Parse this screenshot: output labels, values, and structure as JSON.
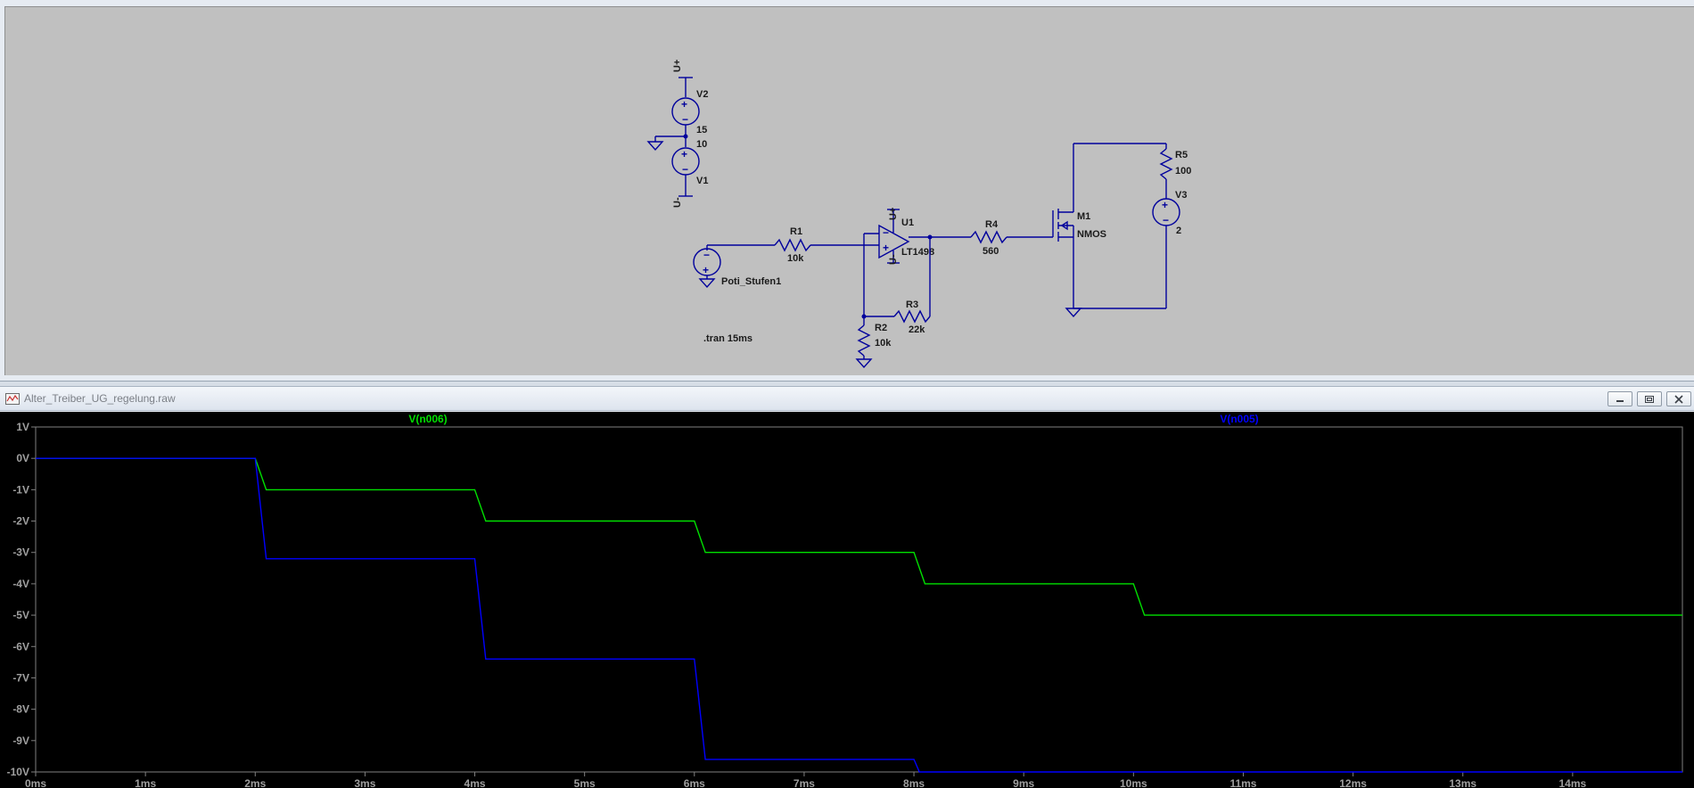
{
  "schematic": {
    "components": {
      "v2": {
        "name": "V2",
        "value": "15"
      },
      "v1": {
        "name": "V1",
        "value": "10"
      },
      "r1": {
        "name": "R1",
        "value": "10k"
      },
      "u1": {
        "name": "U1",
        "value": "LT1498"
      },
      "r4": {
        "name": "R4",
        "value": "560"
      },
      "m1": {
        "name": "M1",
        "value": "NMOS"
      },
      "r5": {
        "name": "R5",
        "value": "100"
      },
      "v3": {
        "name": "V3",
        "value": "2"
      },
      "r3": {
        "name": "R3",
        "value": "22k"
      },
      "r2": {
        "name": "R2",
        "value": "10k"
      },
      "poti": {
        "name": "Poti_Stufen1"
      }
    },
    "net_labels": {
      "v2_top": "U+",
      "v1_bottom": "U-",
      "u1_top": "U+",
      "u1_bottom": "U-"
    },
    "directive": ".tran 15ms",
    "wire_color": "#00009c",
    "background": "#c0c0c0"
  },
  "waveform": {
    "window_title": "Alter_Treiber_UG_regelung.raw",
    "controls": {
      "minimize_icon": "minimize-icon",
      "restore_icon": "restore-icon",
      "close_icon": "close-icon"
    }
  },
  "chart_data": {
    "type": "line",
    "xlabel": "",
    "ylabel": "",
    "xlim": [
      0,
      15
    ],
    "ylim": [
      -10,
      1
    ],
    "x_unit": "ms",
    "x_ticks": [
      {
        "value": 0,
        "label": "0ms"
      },
      {
        "value": 1,
        "label": "1ms"
      },
      {
        "value": 2,
        "label": "2ms"
      },
      {
        "value": 3,
        "label": "3ms"
      },
      {
        "value": 4,
        "label": "4ms"
      },
      {
        "value": 5,
        "label": "5ms"
      },
      {
        "value": 6,
        "label": "6ms"
      },
      {
        "value": 7,
        "label": "7ms"
      },
      {
        "value": 8,
        "label": "8ms"
      },
      {
        "value": 9,
        "label": "9ms"
      },
      {
        "value": 10,
        "label": "10ms"
      },
      {
        "value": 11,
        "label": "11ms"
      },
      {
        "value": 12,
        "label": "12ms"
      },
      {
        "value": 13,
        "label": "13ms"
      },
      {
        "value": 14,
        "label": "14ms"
      }
    ],
    "y_ticks": [
      {
        "value": 1,
        "label": "1V"
      },
      {
        "value": 0,
        "label": "0V"
      },
      {
        "value": -1,
        "label": "-1V"
      },
      {
        "value": -2,
        "label": "-2V"
      },
      {
        "value": -3,
        "label": "-3V"
      },
      {
        "value": -4,
        "label": "-4V"
      },
      {
        "value": -5,
        "label": "-5V"
      },
      {
        "value": -6,
        "label": "-6V"
      },
      {
        "value": -7,
        "label": "-7V"
      },
      {
        "value": -8,
        "label": "-8V"
      },
      {
        "value": -9,
        "label": "-9V"
      },
      {
        "value": -10,
        "label": "-10V"
      }
    ],
    "grid": false,
    "background": "#000000",
    "axis_color": "#808080",
    "series": [
      {
        "name": "V(n006)",
        "color": "#00e000",
        "x": [
          0,
          2.0,
          2.1,
          4.0,
          4.1,
          6.0,
          6.1,
          8.0,
          8.1,
          10.0,
          10.1,
          15.0
        ],
        "y": [
          0,
          0,
          -1,
          -1,
          -2,
          -2,
          -3,
          -3,
          -4,
          -4,
          -5,
          -5
        ]
      },
      {
        "name": "V(n005)",
        "color": "#0000ff",
        "x": [
          0,
          2.0,
          2.1,
          4.0,
          4.1,
          6.0,
          6.1,
          8.0,
          8.05,
          15.0
        ],
        "y": [
          0,
          0,
          -3.2,
          -3.2,
          -6.4,
          -6.4,
          -9.6,
          -9.6,
          -10,
          -10
        ]
      }
    ]
  }
}
